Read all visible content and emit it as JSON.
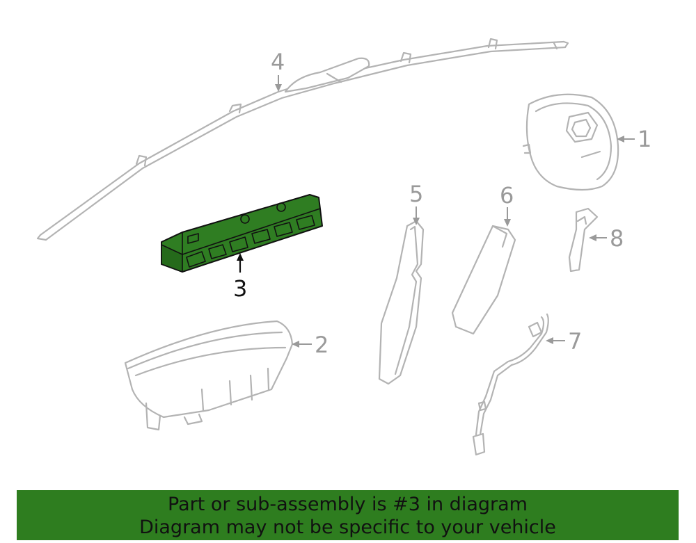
{
  "diagram": {
    "callouts": {
      "c1": "1",
      "c2": "2",
      "c3": "3",
      "c4": "4",
      "c5": "5",
      "c6": "6",
      "c7": "7",
      "c8": "8"
    },
    "highlighted_part": "3",
    "highlight_color": "#2e7d1f",
    "part_line_color": "#b3b3b3"
  },
  "banner": {
    "line1": "Part or sub-assembly is #3 in diagram",
    "line2": "Diagram may not be specific to your vehicle",
    "background": "#2e7d1f"
  }
}
